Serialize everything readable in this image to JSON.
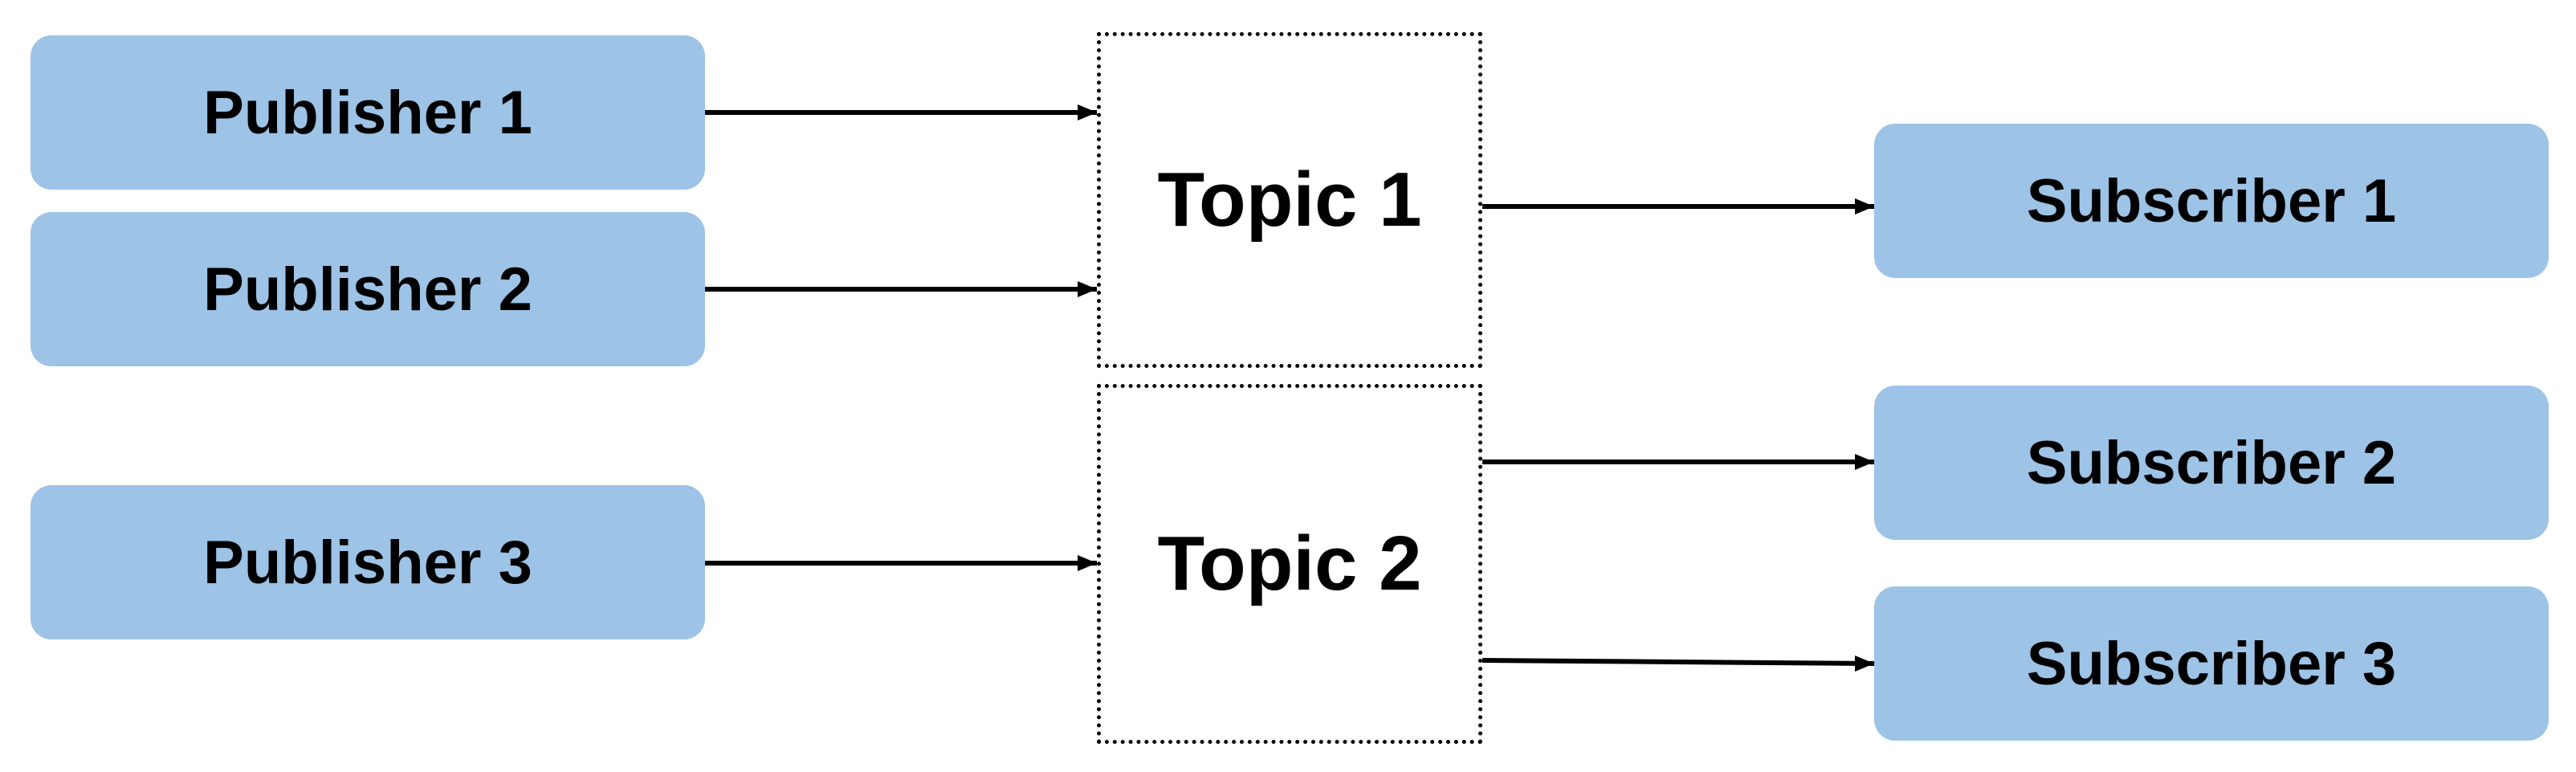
{
  "diagram": {
    "publishers": [
      {
        "label": "Publisher 1"
      },
      {
        "label": "Publisher 2"
      },
      {
        "label": "Publisher 3"
      }
    ],
    "topics": [
      {
        "label": "Topic 1"
      },
      {
        "label": "Topic 2"
      }
    ],
    "subscribers": [
      {
        "label": "Subscriber 1"
      },
      {
        "label": "Subscriber 2"
      },
      {
        "label": "Subscriber 3"
      }
    ],
    "edges": [
      {
        "from": "Publisher 1",
        "to": "Topic 1"
      },
      {
        "from": "Publisher 2",
        "to": "Topic 1"
      },
      {
        "from": "Publisher 3",
        "to": "Topic 2"
      },
      {
        "from": "Topic 1",
        "to": "Subscriber 1"
      },
      {
        "from": "Topic 2",
        "to": "Subscriber 2"
      },
      {
        "from": "Topic 2",
        "to": "Subscriber 3"
      }
    ],
    "colors": {
      "node_fill": "#9dc3e6",
      "topic_fill": "#ffffff",
      "line": "#000000"
    }
  }
}
